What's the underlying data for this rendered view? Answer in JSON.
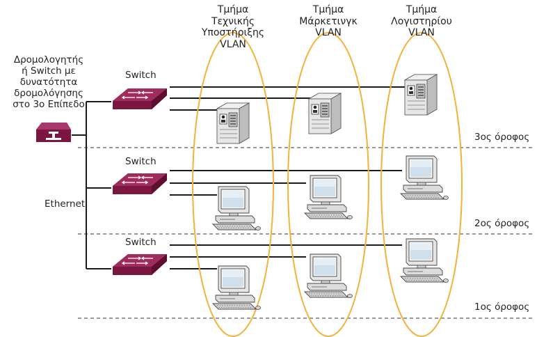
{
  "router": {
    "label_lines": [
      "Δρομολογητής",
      "ή Switch με",
      "δυνατότητα",
      "δρομολόγησης",
      "στο 3ο Επίπεδο"
    ],
    "icon": "router-icon"
  },
  "backbone": {
    "label": "Ethernet"
  },
  "switches": [
    {
      "label": "Switch",
      "icon": "switch-icon"
    },
    {
      "label": "Switch",
      "icon": "switch-icon"
    },
    {
      "label": "Switch",
      "icon": "switch-icon"
    }
  ],
  "vlans": [
    {
      "title_lines": [
        "Τμήμα",
        "Τεχνικής",
        "Υποστήριξης",
        "VLAN"
      ],
      "color": "#f3b23a"
    },
    {
      "title_lines": [
        "Τμήμα",
        "Μάρκετινγκ",
        "VLAN"
      ],
      "color": "#f3b23a"
    },
    {
      "title_lines": [
        "Τμήμα",
        "Λογιστηρίου",
        "VLAN"
      ],
      "color": "#f3b23a"
    }
  ],
  "floors": [
    {
      "label": "3ος όροφος",
      "device": "server-icon"
    },
    {
      "label": "2ος όροφος",
      "device": "workstation-icon"
    },
    {
      "label": "1ος όροφος",
      "device": "workstation-icon"
    }
  ],
  "colors": {
    "device_maroon": "#8b1a4a",
    "ellipse": "#f3b23a",
    "line": "#1a1a1a"
  }
}
